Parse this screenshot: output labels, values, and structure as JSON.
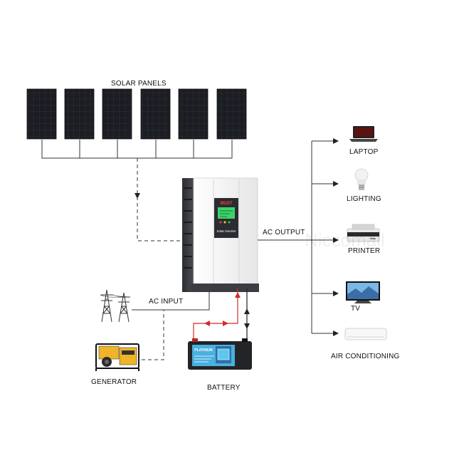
{
  "title": "SOLAR PANELS",
  "inverter": {
    "brand": "MUST",
    "model_label": "Solar Inverter"
  },
  "connections": {
    "ac_output": "AC OUTPUT",
    "ac_input": "AC INPUT"
  },
  "loads": [
    {
      "label": "LAPTOP",
      "icon": "laptop-icon"
    },
    {
      "label": "LIGHTING",
      "icon": "bulb-icon"
    },
    {
      "label": "PRINTER",
      "icon": "printer-icon"
    },
    {
      "label": "TV",
      "icon": "tv-icon"
    },
    {
      "label": "AIR CONDITIONING",
      "icon": "air-conditioner-icon"
    }
  ],
  "sources": {
    "generator": "GENERATOR",
    "battery": "BATTERY",
    "battery_brand": "PLATINUM"
  },
  "watermark": "Niccomall",
  "colors": {
    "panel": "#1b1d22",
    "line": "#333333",
    "battery_line": "#d22b2b",
    "inverter_body": "#f4f4f4",
    "inverter_dark": "#3b3d42"
  }
}
